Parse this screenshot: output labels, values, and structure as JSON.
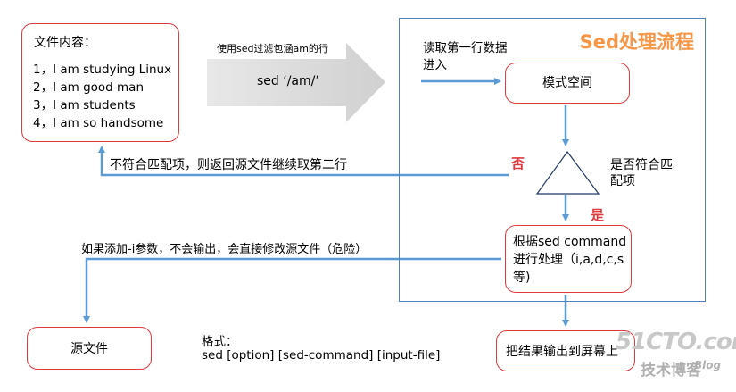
{
  "title": "Sed处理流程",
  "source_content": {
    "title": "文件内容：",
    "lines": [
      "1，I am studying Linux",
      "2，I am good man",
      "3，I am students",
      "4，I am  so handsome"
    ]
  },
  "sed_arrow": {
    "hint": "使用sed过滤包涵am的行",
    "command": "sed ‘/am/’"
  },
  "read_line_label": "读取第一行数据进入",
  "pattern_space": "模式空间",
  "decision": {
    "question": "是否符合匹配项",
    "no": "否",
    "yes": "是"
  },
  "no_match_text": "不符合匹配项，则返回源文件继续取第二行",
  "process_label": "根据sed command进行处理（i,a,d,c,s等)",
  "inplace_text": "如果添加-i参数，不会输出，会直接修改源文件（危险）",
  "source_file": "源文件",
  "output": "把结果输出到屏幕上",
  "format": {
    "label": "格式：",
    "syntax": "sed [option] [sed-command] [input-file]"
  },
  "watermark": {
    "brand": "51CTO.com",
    "sub": "技术博客",
    "blog": "Blog"
  },
  "colors": {
    "box_border": "#e0393e",
    "arrow": "#5b9bd5",
    "panel_border": "#4f81bd",
    "title": "#f79646",
    "label_red": "#e0393e",
    "big_arrow": "#d9d9d9"
  }
}
